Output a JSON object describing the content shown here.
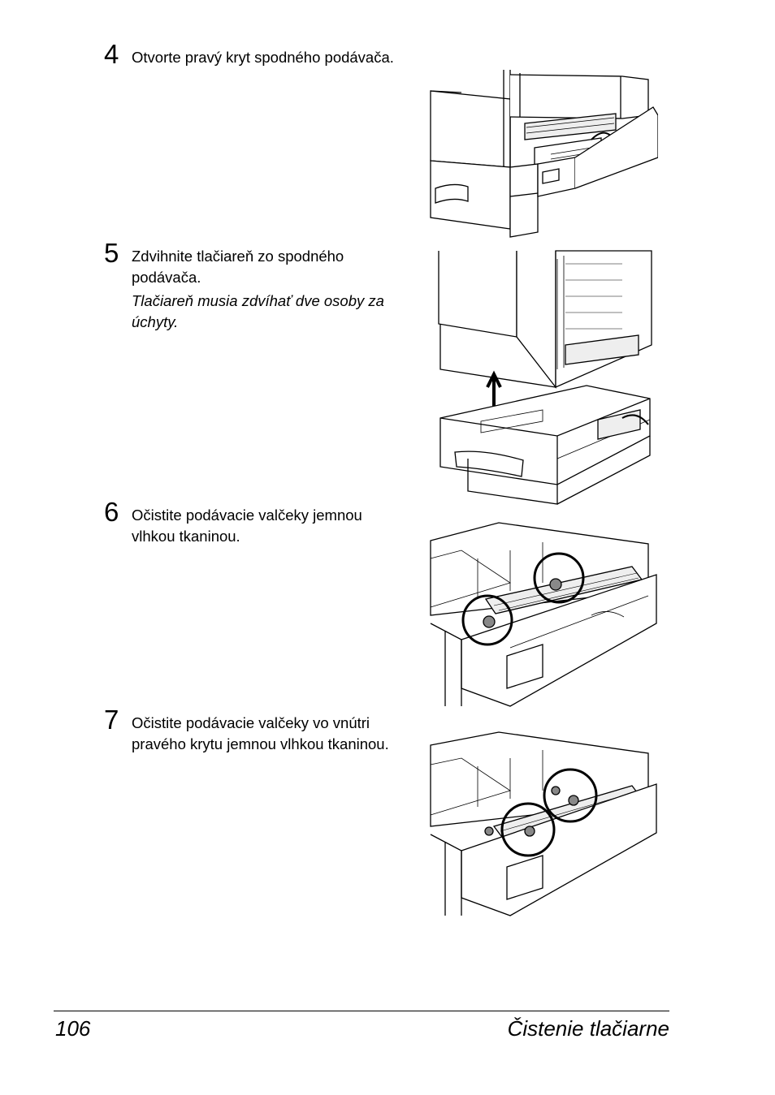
{
  "steps": [
    {
      "number": "4",
      "text": "Otvorte pravý kryt spodného podávača.",
      "note": ""
    },
    {
      "number": "5",
      "text": "Zdvihnite tlačiareň zo spodného podávača.",
      "note": "Tlačiareň musia zdvíhať dve osoby za úchyty."
    },
    {
      "number": "6",
      "text": "Očistite podávacie valčeky jemnou vlhkou tkaninou.",
      "note": ""
    },
    {
      "number": "7",
      "text": "Očistite podávacie valčeky vo vnútri pravého krytu jemnou vlhkou tkaninou.",
      "note": ""
    }
  ],
  "footer": {
    "page_number": "106",
    "section_title": "Čistenie tlačiarne"
  }
}
